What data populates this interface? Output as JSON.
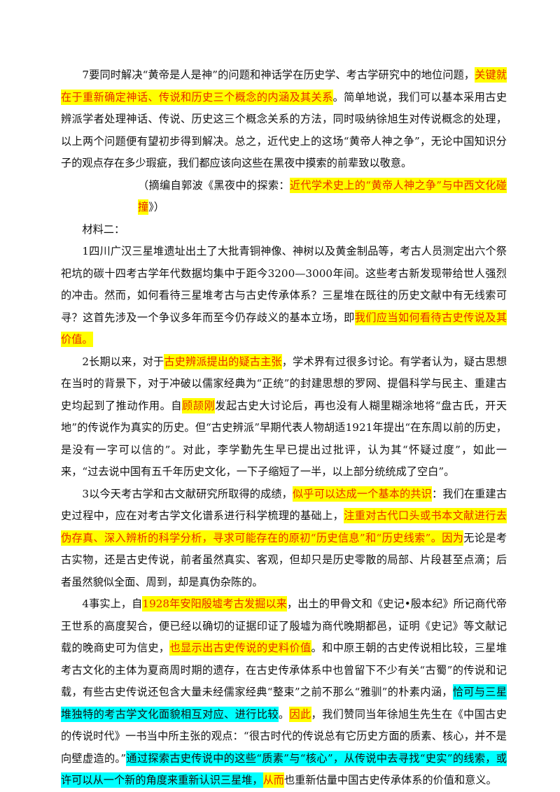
{
  "colors": {
    "highlight_yellow": "#ffff00",
    "highlight_cyan": "#00ffff",
    "emphasis_red": "#e82a00"
  },
  "p7": {
    "a": "7要同时解决“黄帝是人是神”的问题和神话学在历史学、考古学研究中的地位问题，",
    "b": "关键就在于重新确定神话、传说和历史三个概念的内涵及其关系",
    "c": "。简单地说，我们可以基本采用古史辨派学者处理神话、传说、历史这三个概念关系的方法，同时吸纳徐旭生对传说概念的处理，以上两个问题便有望初步得到解决。总之，近代史上的这场“黄帝人神之争”，无论中国知识分子的观点存在多少瑕疵，我们都应该向这些在黑夜中摸索的前辈致以敬意。"
  },
  "citation": {
    "a": "（摘编自郭波《黑夜中的探索：",
    "b": "近代学术史上的“黄帝人神之争”与中西文化碰撞",
    "c": "》）"
  },
  "material2": "材料二：",
  "s1": {
    "a": "1四川广汉三星堆遗址出土了大批青铜神像、神树以及黄金制品等，考古人员测定出六个祭祀坑的碳十四考古学年代数据均集中于距今3200—3000年间。这些考古新发现带给世人强烈的冲击。然而，如何看待三星堆考古与古史传承体系？三星堆在既往的历史文献中有无线索可寻？这首先涉及一个争议多年而至今仍存歧义的基本立场，即",
    "b": "我们应当如何看待古史传说及其价值。"
  },
  "s2": {
    "a": "2长期以来，对于",
    "b": "古史辨派提出的疑古主张",
    "c": "，学术界有过很多讨论。有学者认为，疑古思想在当时的背景下，对于冲破以儒家经典为“正统”的封建思想的罗网、提倡科学与民主、重建古史均起到了推动作用。自",
    "d": "顾颉刚",
    "e": "发起古史大讨论后，再也没有人糊里糊涂地将“盘古氏，开天地”的传说作为真实的历史。但“古史辨派”早期代表人物胡适1921年提出“在东周以前的历史，是没有一字可以信的”。对此，李学勤先生早已提出过批评，认为其“怀疑过度”，如此一来，“过去说中国有五千年历史文化，一下子缩短了一半，以上部分统统成了空白”。"
  },
  "s3": {
    "a": "3以今天考古学和古文献研究所取得的成绩，",
    "b": "似乎可以达成一个基本的共识",
    "c": "：我们在重建古史过程中，应在对考古学文化谱系进行科学梳理的基础上，",
    "d": "注重对古代口头或书本文献进行去伪存真、深入辨析的科学分析，寻求可能存在的原初“历史信息”和“历史线索”。因为",
    "e": "无论是考古实物，还是古史传说，前者虽然真实、客观，但却只是历史零散的局部、片段甚至点滴；后者虽然貌似全面、周到，却是真伪杂陈的。"
  },
  "s4": {
    "a": "4事实上，自",
    "b": "1928年安阳殷墟考古发掘以来",
    "c": "，出土的甲骨文和《史记•殷本纪》所记商代帝王世系的高度契合，便已经以确切的证据印证了殷墟为商代晚期都邑，证明《史记》等文献记载的晚商史可为信史，",
    "d": "也显示出古史传说的史料价值",
    "e": "。和中原王朝的古史传说相比较，三星堆考古文化的主体为夏商周时期的遗存，在古史传承体系中也曾留下不少有关“古蜀”的传说和记载，有些古史传说还包含大量未经儒家经典“整束”之前不那么“雅驯”的朴素内涵，",
    "f": "恰可与三星堆独特的考古学文化面貌相互对应、进行比较",
    "g": "。",
    "h": "因此",
    "i": "，我们赞同当年徐旭生先生在《中国古史的传说时代》一书当中所主张的观点：“很古时代的传说总有它历史方面的质素、核心，并不是向壁虚造的。”",
    "j": "通过探索古史传说中的这些“质素”与“核心”，从传说中去寻找“史实”的线索，或许可以从一个新的角度来重新认识三星堆，",
    "k": "从而",
    "l": "也重新估量中国古史传承体系的价值和意义。"
  }
}
